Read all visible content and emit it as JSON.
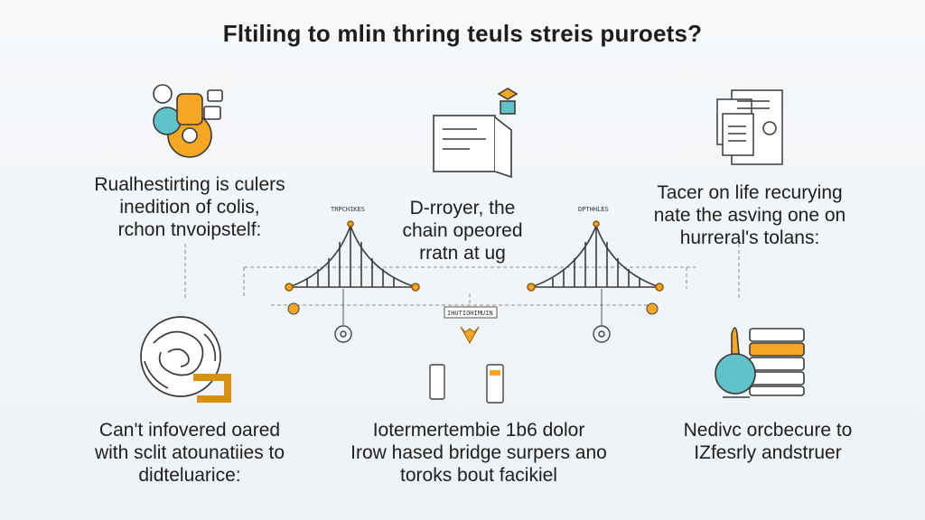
{
  "title": "Fltiling to mlin thring teuls streis puroets?",
  "captions": {
    "top_left": [
      "Rualhestirting is culers",
      "inedition of colis,",
      "rchon tnvoipstelf:"
    ],
    "top_center": [
      "D-rroyer, the",
      "chain opeored",
      "rratn at ug"
    ],
    "top_right": [
      "Tacer on life recurying",
      "nate the asving one on",
      "hurreral's tolans:"
    ],
    "bottom_left": [
      "Can't infovered oared",
      "with sclit atounatiies to",
      "didteluarice:"
    ],
    "bottom_center": [
      "Iotermertembie 1b6 dolor",
      "Irow hased bridge surpers ano",
      "toroks bout facikiel"
    ],
    "bottom_right": [
      "Nedivc orcbecure to",
      "IZfesrly andstruer"
    ]
  },
  "bridge_labels": {
    "left": "TRPCHIKES",
    "right": "DPTHHLES",
    "center_box": "IHUTIOHIMUIN"
  },
  "icons": [
    "gears-head-icon",
    "laptop-graduation-icon",
    "documents-icon",
    "brain-maze-icon",
    "bridge-left-icon",
    "bridge-right-icon",
    "database-flask-icon"
  ],
  "colors": {
    "accent_orange": "#f5a623",
    "accent_teal": "#5fc3c9",
    "line": "#3a3a3a"
  }
}
